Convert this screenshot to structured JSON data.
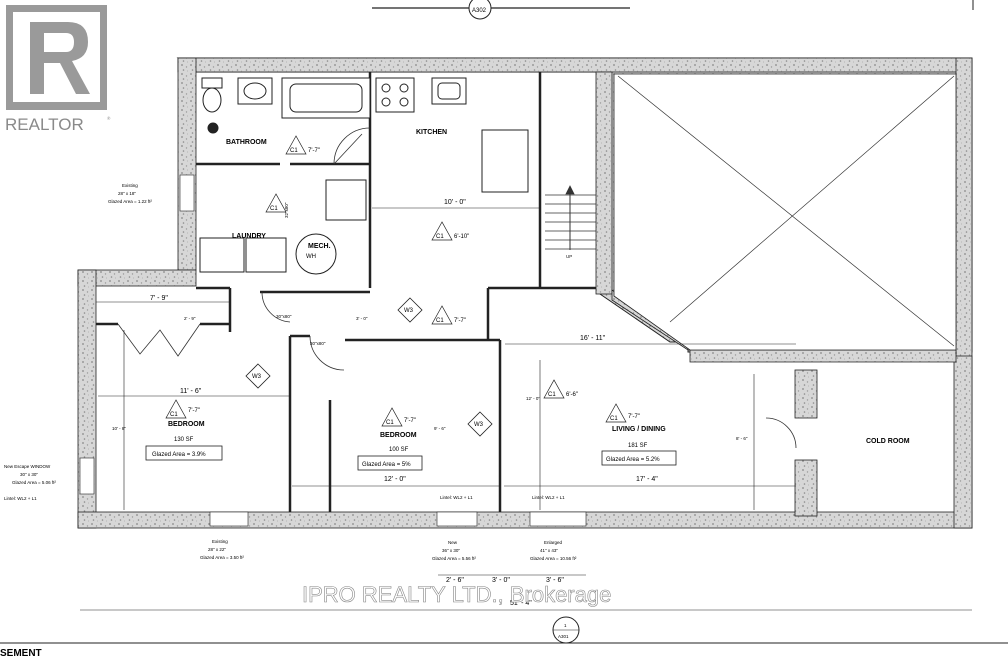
{
  "logo": {
    "text": "REALTOR",
    "mark": "®"
  },
  "watermark": "IPRO REALTY LTD., Brokerage",
  "sheet_label": "SEMENT",
  "section_markers": {
    "top": "A302",
    "bottom_num": "1",
    "bottom": "A301"
  },
  "rooms": {
    "bathroom": {
      "name": "BATHROOM",
      "ceiling": "7'-7\""
    },
    "kitchen": {
      "name": "KITCHEN",
      "ceiling": "6'-10\"",
      "width": "10' - 0\""
    },
    "laundry": {
      "name": "LAUNDRY",
      "door": "32\"x80\""
    },
    "mech": {
      "name": "MECH.",
      "wh": "WH"
    },
    "stair": {
      "label": "UP"
    },
    "bedroom1": {
      "name": "BEDROOM",
      "ceiling": "7'-7\"",
      "area": "130 SF",
      "glazed": "Glazed Area = 3.9%",
      "width": "11' - 6\"",
      "depth": "10' - 8\"",
      "closet": "7' - 9\"",
      "closet_depth": "2' - 9\""
    },
    "bedroom2": {
      "name": "BEDROOM",
      "ceiling": "7'-7\"",
      "area": "100 SF",
      "glazed": "Glazed Area = 5%",
      "width": "12' - 0\"",
      "depth": "9' - 6\"",
      "door": "30\"x80\""
    },
    "living": {
      "name": "LIVING / DINING",
      "ceiling": "7'-7\"",
      "ceiling2": "6'-6\"",
      "area": "181 SF",
      "glazed": "Glazed Area = 5.2%",
      "width": "17' - 4\"",
      "span": "16' - 11\"",
      "depth": "12' - 0\""
    },
    "cold": {
      "name": "COLD ROOM",
      "depth": "8' - 6\""
    },
    "hall": {
      "ceiling": "7'-7\"",
      "door": "30\"x80\"",
      "depth": "3' - 0\""
    }
  },
  "tags": {
    "c1": "C1",
    "w3": "W3"
  },
  "lintels": [
    "Lintel: WL2 + L1",
    "Lintel: WL2 + L1",
    "Lintel: WL2 + L1"
  ],
  "windows": {
    "left_existing": {
      "title": "Existing",
      "size": "28\" x 18\"",
      "glazed": "Glazed Area = 1.22 ft²"
    },
    "escape": {
      "title": "New Escape  WINDOW",
      "size": "30\" x 30\"",
      "glazed": "Glazed Area = 5.06 ft²"
    },
    "bottom_existing": {
      "title": "Existing",
      "size": "28\" x 22\"",
      "glazed": "Glazed Area = 3.50 ft²"
    },
    "new": {
      "title": "New",
      "size": "36\" x 30\"",
      "glazed": "Glazed Area = 5.56 ft²"
    },
    "enlarged": {
      "title": "Enlarged",
      "size": "41\" x 43\"",
      "glazed": "Glazed Area = 10.56 ft²"
    }
  },
  "bottom_dims": {
    "d1": "2' - 6\"",
    "d2": "3' - 0\"",
    "d3": "3' - 6\"",
    "overall": "51' - 4\""
  }
}
